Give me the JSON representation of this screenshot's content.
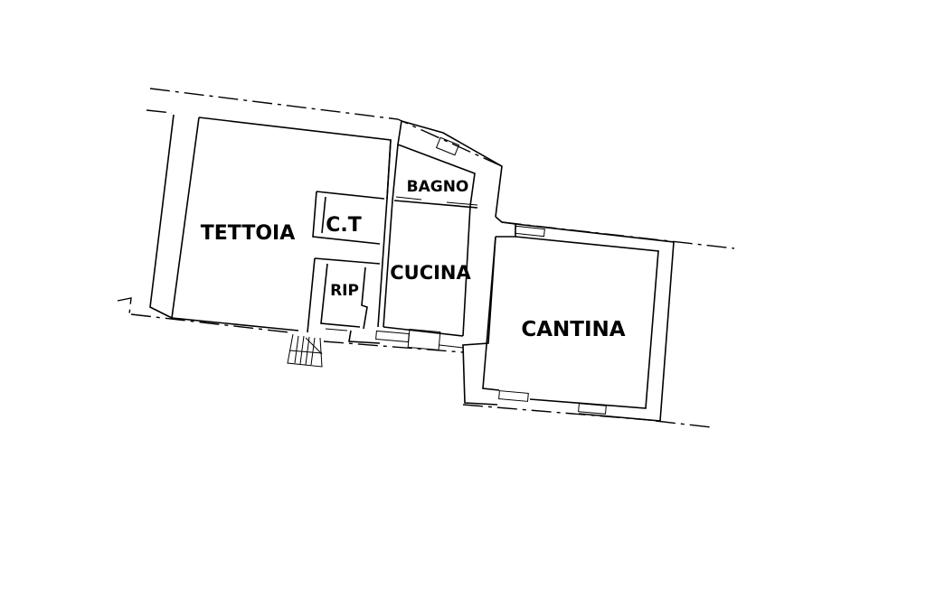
{
  "plan": {
    "rooms": [
      {
        "id": "tettoia",
        "label": "TETTOIA"
      },
      {
        "id": "ct",
        "label": "C.T"
      },
      {
        "id": "bagno",
        "label": "BAGNO"
      },
      {
        "id": "rip",
        "label": "RIP"
      },
      {
        "id": "cucina",
        "label": "CUCINA"
      },
      {
        "id": "cantina",
        "label": "CANTINA"
      }
    ]
  },
  "colors": {
    "line": "#000000",
    "background": "#ffffff"
  }
}
